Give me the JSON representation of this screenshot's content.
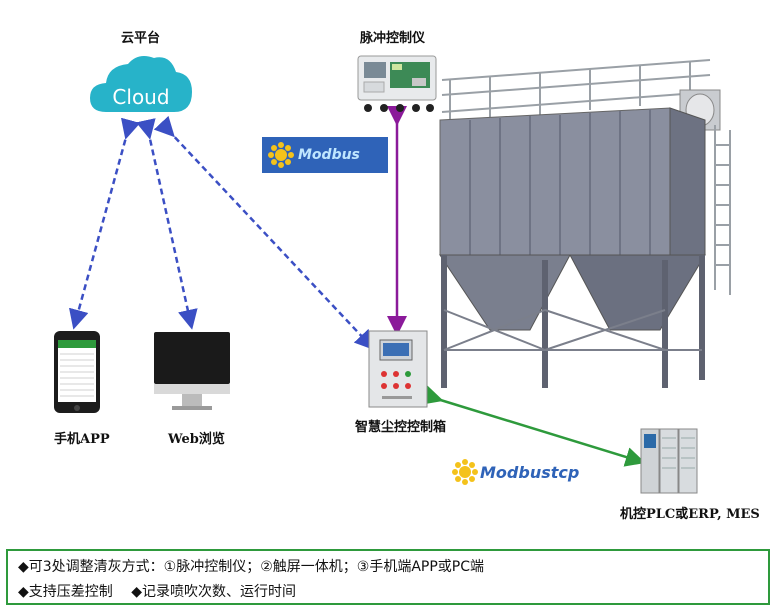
{
  "nodes": {
    "cloud_platform": "云平台",
    "cloud_text": "Cloud",
    "pulse_controller": "脉冲控制仪",
    "mobile_app": "手机APP",
    "web_browse": "Web浏览",
    "control_box": "智慧尘控控制箱",
    "plc": "机控PLC或ERP, MES"
  },
  "protocols": {
    "modbus": "Modbus",
    "modbustcp": "Modbustcp"
  },
  "info": {
    "line1": "◆可3处调整清灰方式：①脉冲控制仪；②触屏一体机；③手机端APP或PC端",
    "line2": "◆支持压差控制　 ◆记录喷吹次数、运行时间"
  },
  "colors": {
    "cloud_arrow": "#3b4fc4",
    "modbus_arrow": "#8b1a9a",
    "tcp_arrow": "#2e9a3c",
    "cloud": "#27b3c9",
    "border": "#2e9a3c"
  },
  "icons": [
    "cloud-icon",
    "pulse-controller-device",
    "smartphone-icon",
    "monitor-icon",
    "control-cabinet",
    "dust-collector-machine",
    "plc-rack",
    "modbus-logo-icon"
  ]
}
